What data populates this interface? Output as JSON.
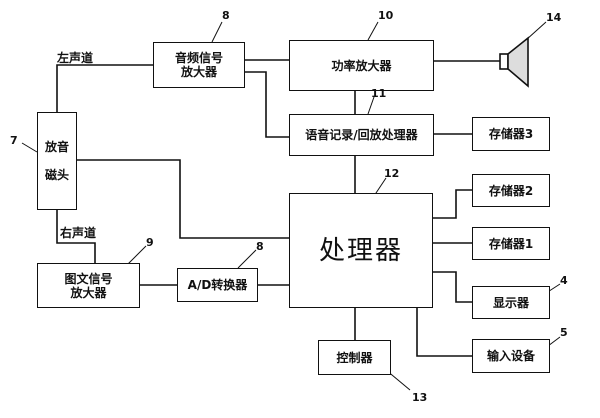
{
  "blocks": {
    "audio_amp": [
      "音频信号",
      "放大器"
    ],
    "power_amp": "功率放大器",
    "voice_proc": "语音记录/回放处理器",
    "memory3": "存储器3",
    "playback_head": [
      "放音",
      "磁头"
    ],
    "processor": "处理器",
    "memory2": "存储器2",
    "memory1": "存储器1",
    "graphic_amp": [
      "图文信号",
      "放大器"
    ],
    "adc": "A/D转换器",
    "display": "显示器",
    "controller": "控制器",
    "input_device": "输入设备"
  },
  "channel_labels": {
    "left": "左声道",
    "right": "右声道"
  },
  "ref_numbers": {
    "n7": "7",
    "n8a": "8",
    "n10": "10",
    "n14": "14",
    "n11": "11",
    "n12": "12",
    "n4": "4",
    "n5": "5",
    "n9": "9",
    "n8b": "8",
    "n13": "13"
  }
}
